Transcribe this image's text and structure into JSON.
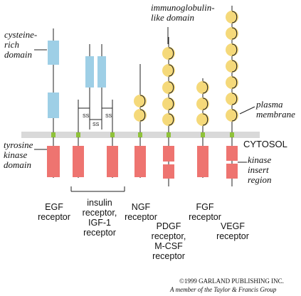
{
  "annotations": {
    "cysteine_rich_domain": "cysteine-\nrich\ndomain",
    "immunoglobulin_like_domain": "immunoglobulin-\nlike domain",
    "plasma_membrane": "plasma\nmembrane",
    "cytosol": "CYTOSOL",
    "tyrosine_kinase_domain": "tyrosine\nkinase\ndomain",
    "kinase_insert_region": "kinase\ninsert\nregion",
    "disulfide": "SS"
  },
  "receptors": [
    {
      "id": "egf",
      "label": "EGF\nreceptor"
    },
    {
      "id": "insulin",
      "label": "insulin\nreceptor,\nIGF-1\nreceptor"
    },
    {
      "id": "ngf",
      "label": "NGF\nreceptor"
    },
    {
      "id": "pdgf",
      "label": "PDGF\nreceptor,\nM-CSF\nreceptor"
    },
    {
      "id": "fgf",
      "label": "FGF\nreceptor"
    },
    {
      "id": "vegf",
      "label": "VEGF\nreceptor"
    }
  ],
  "copyright": {
    "line1": "©1999 GARLAND PUBLISHING INC.",
    "line2": "A member of the Taylor & Francis Group"
  },
  "colors": {
    "cysteine_rich": "#9ecfe6",
    "immunoglobulin": "#f5d97a",
    "kinase": "#ee7470",
    "membrane": "#d9d9d9",
    "transmembrane": "#8fc23a"
  }
}
